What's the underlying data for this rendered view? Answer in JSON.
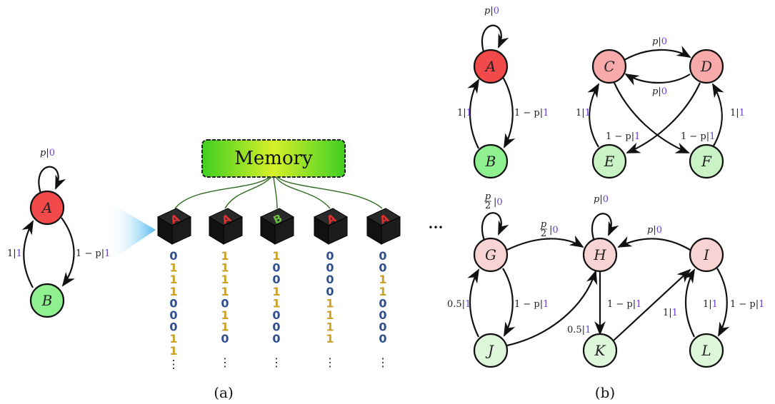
{
  "memory_label": "Memory",
  "caption_a": "(a)",
  "caption_b": "(b)",
  "ellipsis": "•••",
  "vdots": "⋮",
  "colors": {
    "red_node": "#f24a4a",
    "green_node": "#8ef08e",
    "light_red_node": "#f8aaaa",
    "light_green_node": "#d6f5d2",
    "pink_node": "#f8d3d3",
    "memory_green": "#59e13a",
    "bit0": "#2f4f8f",
    "bit1": "#c9a227",
    "label_highlight": "#6a3fd8"
  },
  "left_machine": {
    "nodes": [
      {
        "id": "A",
        "label": "A",
        "fill": "#f24a4a"
      },
      {
        "id": "B",
        "label": "B",
        "fill": "#8ef08e"
      }
    ],
    "edges": [
      {
        "from": "A",
        "to": "A",
        "label_pre": "p|",
        "label_hl": "0"
      },
      {
        "from": "A",
        "to": "B",
        "label_pre": "1 − p|",
        "label_hl": "1"
      },
      {
        "from": "B",
        "to": "A",
        "label_pre": "1|",
        "label_hl": "1"
      }
    ]
  },
  "cubes": [
    {
      "letter": "A",
      "letter_color": "#e83030",
      "bits": [
        "0",
        "1",
        "1",
        "1",
        "0",
        "0",
        "0",
        "1",
        "1"
      ]
    },
    {
      "letter": "A",
      "letter_color": "#e83030",
      "bits": [
        "1",
        "1",
        "1",
        "1",
        "0",
        "1",
        "1",
        "0"
      ]
    },
    {
      "letter": "B",
      "letter_color": "#6cc13c",
      "bits": [
        "1",
        "0",
        "0",
        "1",
        "1",
        "0",
        "0",
        "0"
      ]
    },
    {
      "letter": "A",
      "letter_color": "#e83030",
      "bits": [
        "0",
        "0",
        "0",
        "0",
        "1",
        "1",
        "1",
        "1"
      ]
    },
    {
      "letter": "A",
      "letter_color": "#e83030",
      "bits": [
        "0",
        "0",
        "1",
        "1",
        "0",
        "0",
        "0",
        "0"
      ]
    }
  ],
  "right_machines": {
    "top_left": {
      "nodes": [
        {
          "id": "A",
          "label": "A",
          "fill": "#f24a4a"
        },
        {
          "id": "B",
          "label": "B",
          "fill": "#8ef08e"
        }
      ],
      "edges": [
        {
          "from": "A",
          "to": "A",
          "label_pre": "p|",
          "label_hl": "0"
        },
        {
          "from": "A",
          "to": "B",
          "label_pre": "1 − p|",
          "label_hl": "1"
        },
        {
          "from": "B",
          "to": "A",
          "label_pre": "1|",
          "label_hl": "1"
        }
      ]
    },
    "top_right": {
      "nodes": [
        {
          "id": "C",
          "label": "C",
          "fill": "#f8aaaa"
        },
        {
          "id": "D",
          "label": "D",
          "fill": "#f8aaaa"
        },
        {
          "id": "E",
          "label": "E",
          "fill": "#c9f3c4"
        },
        {
          "id": "F",
          "label": "F",
          "fill": "#c9f3c4"
        }
      ],
      "edges": [
        {
          "from": "C",
          "to": "D",
          "label_pre": "p|",
          "label_hl": "0"
        },
        {
          "from": "D",
          "to": "C",
          "label_pre": "p|",
          "label_hl": "0"
        },
        {
          "from": "E",
          "to": "C",
          "label_pre": "1|",
          "label_hl": "1"
        },
        {
          "from": "C",
          "to": "F",
          "label_pre": "1 − p|",
          "label_hl": "1"
        },
        {
          "from": "D",
          "to": "E",
          "label_pre": "1 − p|",
          "label_hl": "1"
        },
        {
          "from": "F",
          "to": "D",
          "label_pre": "1|",
          "label_hl": "1"
        }
      ]
    },
    "bottom": {
      "nodes": [
        {
          "id": "G",
          "label": "G",
          "fill": "#f8d3d3"
        },
        {
          "id": "H",
          "label": "H",
          "fill": "#f8d3d3"
        },
        {
          "id": "I",
          "label": "I",
          "fill": "#f8d3d3"
        },
        {
          "id": "J",
          "label": "J",
          "fill": "#def7da"
        },
        {
          "id": "K",
          "label": "K",
          "fill": "#def7da"
        },
        {
          "id": "L",
          "label": "L",
          "fill": "#def7da"
        }
      ],
      "edges": [
        {
          "from": "G",
          "to": "G",
          "label_num": "p",
          "label_den": "2",
          "label_pre": "|",
          "label_hl": "0"
        },
        {
          "from": "G",
          "to": "H",
          "label_num": "p",
          "label_den": "2",
          "label_pre": "|",
          "label_hl": "0"
        },
        {
          "from": "H",
          "to": "H",
          "label_pre": "p|",
          "label_hl": "0"
        },
        {
          "from": "I",
          "to": "H",
          "label_pre": "p|",
          "label_hl": "0"
        },
        {
          "from": "G",
          "to": "J",
          "label_pre": "1 − p|",
          "label_hl": "1"
        },
        {
          "from": "J",
          "to": "G",
          "label_pre": "0.5|",
          "label_hl": "1"
        },
        {
          "from": "J",
          "to": "H",
          "label_pre": "0.5|",
          "label_hl": "1"
        },
        {
          "from": "H",
          "to": "K",
          "label_pre": "1 − p|",
          "label_hl": "1"
        },
        {
          "from": "K",
          "to": "I",
          "label_pre": "1|",
          "label_hl": "1"
        },
        {
          "from": "I",
          "to": "L",
          "label_pre": "1 − p|",
          "label_hl": "1"
        },
        {
          "from": "L",
          "to": "I",
          "label_pre": "1|",
          "label_hl": "1"
        }
      ]
    }
  }
}
